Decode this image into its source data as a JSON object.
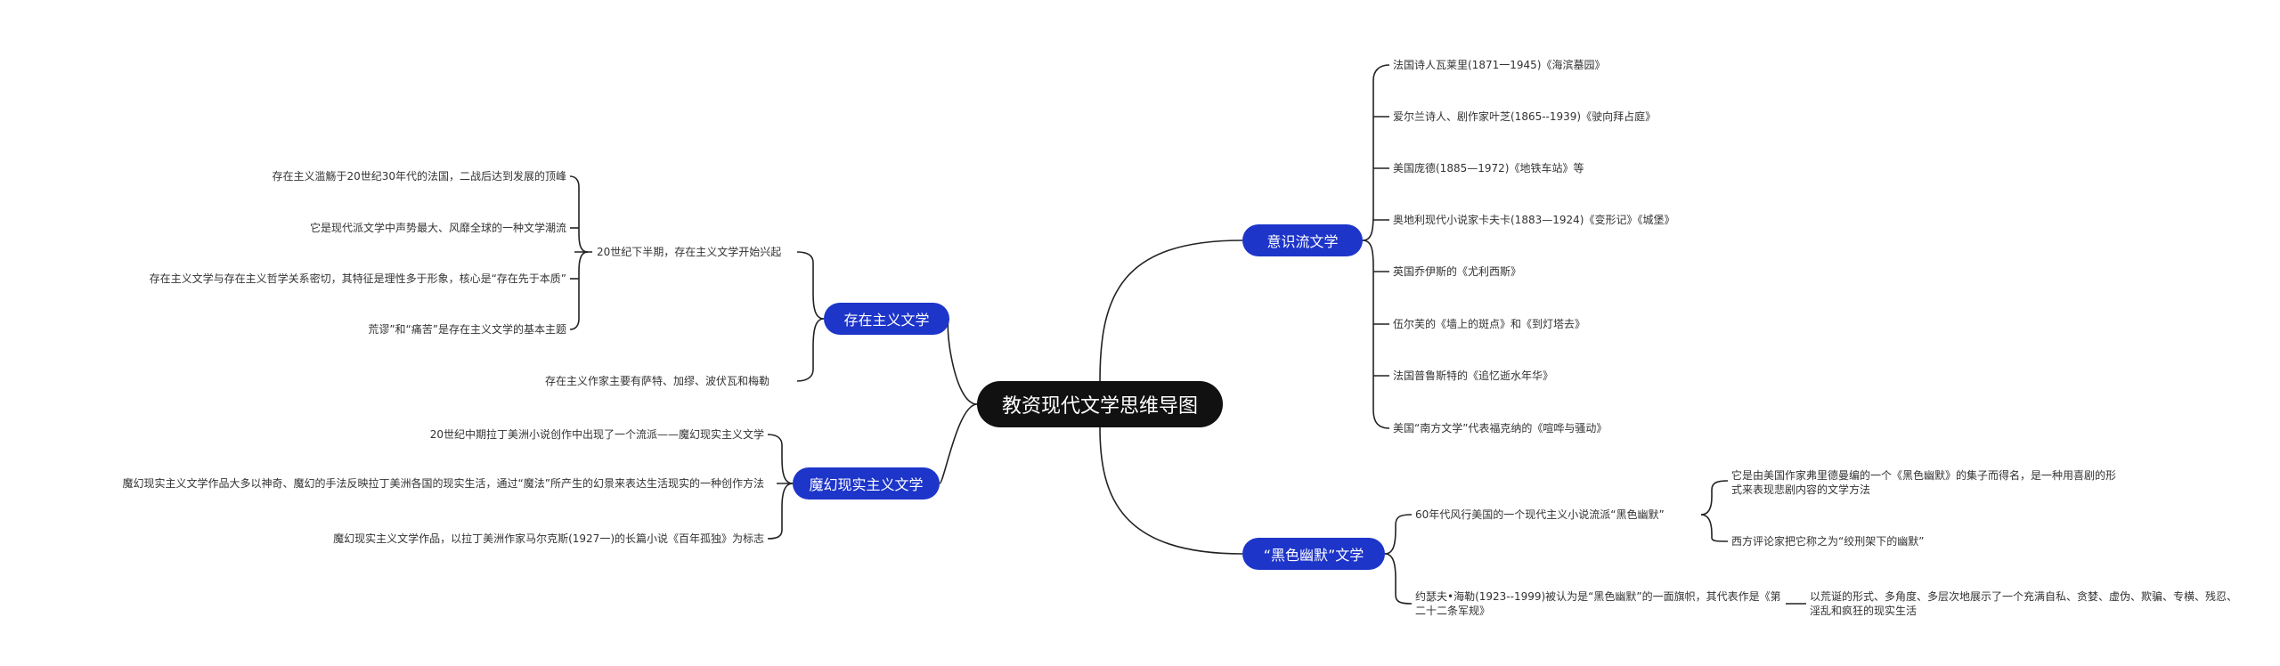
{
  "root": {
    "title": "教资现代文学思维导图"
  },
  "branches": {
    "consciousness": {
      "label": "意识流文学",
      "items": [
        "法国诗人瓦莱里(1871一1945)《海滨墓园》",
        "爱尔兰诗人、剧作家叶芝(1865--1939)《驶向拜占庭》",
        "美国庞德(1885—1972)《地铁车站》等",
        "奥地利现代小说家卡夫卡(1883—1924)《变形记》《城堡》",
        "英国乔伊斯的《尤利西斯》",
        "伍尔芙的《墙上的斑点》和《到灯塔去》",
        "法国普鲁斯特的《追忆逝水年华》",
        "美国“南方文学”代表福克纳的《喧哗与骚动》"
      ]
    },
    "existentialism": {
      "label": "存在主义文学",
      "sub": "20世纪下半期，存在主义文学开始兴起",
      "subitems": [
        "存在主义滥觞于20世纪30年代的法国，二战后达到发展的顶峰",
        "它是现代派文学中声势最大、风靡全球的一种文学潮流",
        "存在主义文学与存在主义哲学关系密切，其特征是理性多于形象，核心是“存在先于本质”",
        "荒谬”和“痛苦”是存在主义文学的基本主题"
      ],
      "writers": "存在主义作家主要有萨特、加缪、波伏瓦和梅勒"
    },
    "magic_realism": {
      "label": "魔幻现实主义文学",
      "items": [
        "20世纪中期拉丁美洲小说创作中出现了一个流派——魔幻现实主义文学",
        "魔幻现实主义文学作品大多以神奇、魔幻的手法反映拉丁美洲各国的现实生活，通过“魔法”所产生的幻景来表达生活现实的一种创作方法",
        "魔幻现实主义文学作品，以拉丁美洲作家马尔克斯(1927一)的长篇小说《百年孤独》为标志"
      ]
    },
    "black_humor": {
      "label": "“黑色幽默”文学",
      "sub1": "60年代风行美国的一个现代主义小说流派“黑色幽默”",
      "sub1_children": [
        "它是由美国作家弗里德曼编的一个《黑色幽默》的集子而得名，是一种用喜剧的形式来表现悲剧内容的文学方法",
        "西方评论家把它称之为“绞刑架下的幽默”"
      ],
      "sub2": "约瑟夫•海勒(1923--1999)被认为是“黑色幽默”的一面旗帜，其代表作是《第二十二条军规》",
      "sub2_child": "以荒诞的形式、多角度、多层次地展示了一个充满自私、贪婪、虚伪、欺骗、专横、残忍、淫乱和疯狂的现实生活"
    }
  },
  "colors": {
    "branch": "#1d35c9",
    "root": "#111111",
    "line": "#222222"
  }
}
